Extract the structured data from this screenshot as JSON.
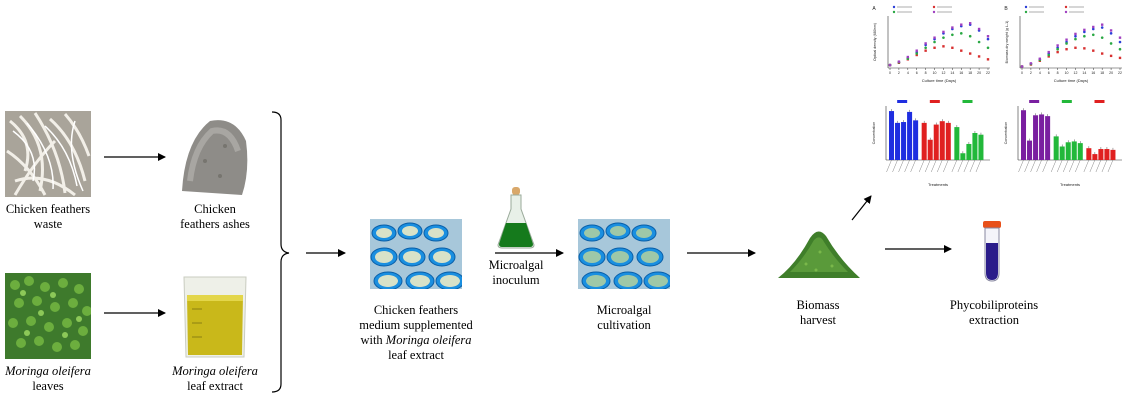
{
  "labels": {
    "feathers_waste": [
      "Chicken feathers",
      "waste"
    ],
    "feathers_ashes": [
      "Chicken",
      "feathers ashes"
    ],
    "moringa_leaves": [
      "Moringa oleifera",
      "leaves"
    ],
    "moringa_extract": [
      "Moringa oleifera",
      "leaf extract"
    ],
    "medium": [
      "Chicken feathers",
      "medium supplemented",
      "with",
      "Moringa oleifera",
      "leaf extract"
    ],
    "inoculum": [
      "Microalgal",
      "inoculum"
    ],
    "cultivation": [
      "Microalgal",
      "cultivation"
    ],
    "harvest": [
      "Biomass",
      "harvest"
    ],
    "extraction": [
      "Phycobiliproteins",
      "extraction"
    ]
  },
  "chart_data": [
    {
      "type": "line",
      "panel": "A",
      "xlabel": "Culture time (Days)",
      "ylabel": "Optical density (680nm)",
      "x": [
        0,
        2,
        4,
        6,
        8,
        10,
        12,
        14,
        16,
        18,
        20,
        22
      ],
      "series": [
        {
          "color": "#2b3fd8",
          "values": [
            0.1,
            0.2,
            0.35,
            0.55,
            0.8,
            1.0,
            1.2,
            1.35,
            1.45,
            1.5,
            1.3,
            1.0
          ]
        },
        {
          "color": "#d83030",
          "values": [
            0.1,
            0.18,
            0.3,
            0.45,
            0.6,
            0.7,
            0.75,
            0.7,
            0.6,
            0.5,
            0.4,
            0.3
          ]
        },
        {
          "color": "#2aa844",
          "values": [
            0.1,
            0.2,
            0.32,
            0.5,
            0.7,
            0.9,
            1.05,
            1.15,
            1.2,
            1.1,
            0.9,
            0.7
          ]
        },
        {
          "color": "#a040c0",
          "values": [
            0.1,
            0.22,
            0.38,
            0.6,
            0.85,
            1.05,
            1.25,
            1.4,
            1.5,
            1.55,
            1.35,
            1.1
          ]
        }
      ],
      "ylim": [
        0,
        1.8
      ]
    },
    {
      "type": "line",
      "panel": "B",
      "xlabel": "Culture time (Days)",
      "ylabel": "Biomass dry weight (g L-1)",
      "x": [
        0,
        2,
        4,
        6,
        8,
        10,
        12,
        14,
        16,
        18,
        20,
        22
      ],
      "series": [
        {
          "color": "#2b3fd8",
          "values": [
            0.05,
            0.15,
            0.3,
            0.5,
            0.7,
            0.9,
            1.1,
            1.25,
            1.35,
            1.4,
            1.2,
            0.9
          ]
        },
        {
          "color": "#d83030",
          "values": [
            0.05,
            0.12,
            0.25,
            0.4,
            0.55,
            0.65,
            0.7,
            0.68,
            0.6,
            0.5,
            0.42,
            0.35
          ]
        },
        {
          "color": "#2aa844",
          "values": [
            0.05,
            0.14,
            0.28,
            0.45,
            0.65,
            0.85,
            1.0,
            1.1,
            1.15,
            1.05,
            0.85,
            0.65
          ]
        },
        {
          "color": "#a040c0",
          "values": [
            0.05,
            0.16,
            0.32,
            0.55,
            0.78,
            0.98,
            1.18,
            1.32,
            1.42,
            1.5,
            1.3,
            1.05
          ]
        }
      ],
      "ylim": [
        0,
        1.8
      ]
    },
    {
      "type": "bar",
      "xlabel": "Treatments",
      "ylabel": "Concentration",
      "groups": [
        {
          "color": "#1f2ee0",
          "values": [
            2.9,
            2.2,
            2.25,
            2.85,
            2.35
          ]
        },
        {
          "color": "#e02020",
          "values": [
            2.2,
            1.2,
            2.1,
            2.3,
            2.2
          ]
        },
        {
          "color": "#22b83a",
          "values": [
            1.95,
            0.4,
            0.95,
            1.6,
            1.5
          ]
        }
      ],
      "ylim": [
        0,
        3.2
      ]
    },
    {
      "type": "bar",
      "xlabel": "Treatments",
      "ylabel": "Concentration",
      "groups": [
        {
          "color": "#7a1fa0",
          "values": [
            2.95,
            1.15,
            2.65,
            2.7,
            2.6
          ]
        },
        {
          "color": "#22b83a",
          "values": [
            1.4,
            0.8,
            1.05,
            1.1,
            1.0
          ]
        },
        {
          "color": "#e02020",
          "values": [
            0.7,
            0.35,
            0.65,
            0.65,
            0.6
          ]
        }
      ],
      "ylim": [
        0,
        3.2
      ]
    }
  ]
}
